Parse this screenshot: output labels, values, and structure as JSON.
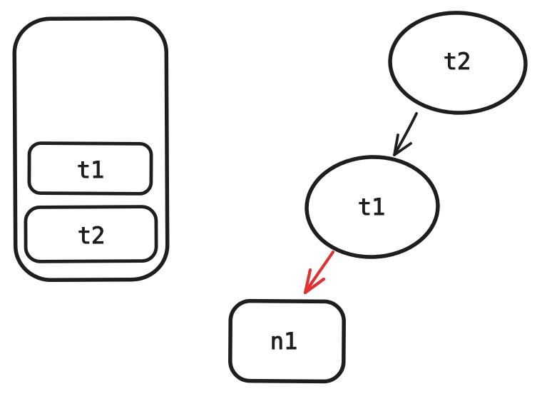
{
  "diagram": {
    "type": "hand-drawn-sketch",
    "colors": {
      "background": "#ffffff",
      "stroke": "#1e1e1e",
      "arrow_accent": "#e03131"
    },
    "container": {
      "items": [
        {
          "label": "t1"
        },
        {
          "label": "t2"
        }
      ]
    },
    "graph": {
      "top_node": {
        "label": "t2",
        "shape": "ellipse"
      },
      "middle_node": {
        "label": "t1",
        "shape": "ellipse"
      },
      "bottom_node": {
        "label": "n1",
        "shape": "rounded-rect"
      },
      "edges": [
        {
          "from": "t2",
          "to": "t1",
          "color": "#1e1e1e"
        },
        {
          "from": "t1",
          "to": "n1",
          "color": "#e03131"
        }
      ]
    }
  }
}
